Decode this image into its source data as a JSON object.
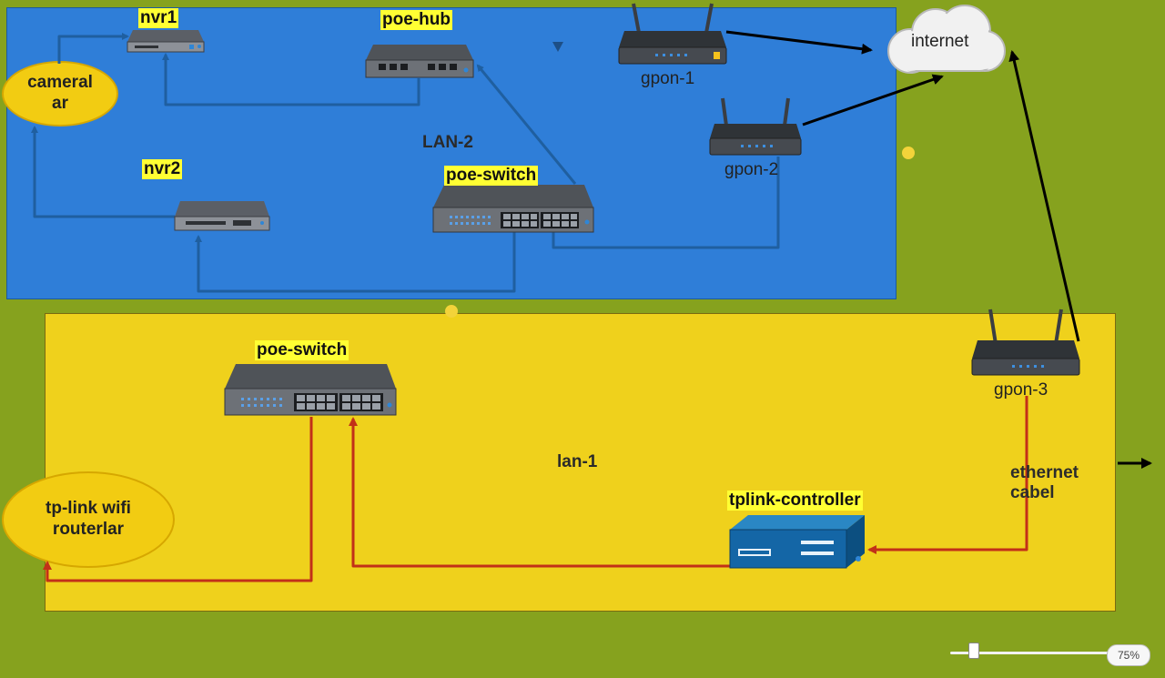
{
  "zones": {
    "lan2": "LAN-2",
    "lan1": "lan-1"
  },
  "devices": {
    "nvr1": "nvr1",
    "nvr2": "nvr2",
    "poe_hub": "poe-hub",
    "poe_switch_lan2": "poe-switch",
    "poe_switch_lan1": "poe-switch",
    "gpon1": "gpon-1",
    "gpon2": "gpon-2",
    "gpon3": "gpon-3",
    "internet": "internet",
    "tplink_controller": "tplink-controller"
  },
  "groups": {
    "cameras": "cameral ar",
    "wifi_routers": "tp-link wifi routerlar"
  },
  "annotations": {
    "ethernet_cable": "ethernet cabel"
  },
  "zoom": {
    "level": "75%",
    "fraction": 0.75
  },
  "colors": {
    "lan2_background": "#2f7ed8",
    "lan1_background": "#efd11c",
    "canvas_background": "#86a21e",
    "label_highlight": "#ffff33",
    "lan2_link": "#1f5fa0",
    "lan1_link": "#c23018",
    "internet_link": "#000000"
  },
  "icons": [
    "nvr-icon",
    "hub-icon",
    "switch-icon",
    "router-icon",
    "cloud-icon",
    "controller-icon"
  ]
}
